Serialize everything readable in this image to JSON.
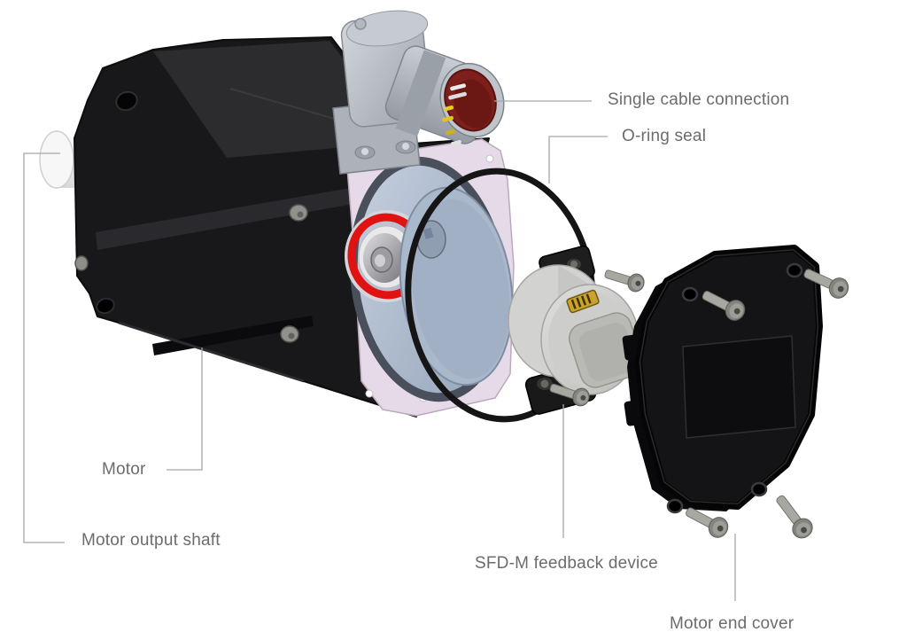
{
  "diagram": {
    "type": "exploded-view",
    "subject": "servo-motor-assembly",
    "background": "#ffffff",
    "label_color": "#6b6c6e",
    "leader_line_color": "#a6a6a6",
    "callouts": {
      "single_cable_connection": {
        "label": "Single cable connection"
      },
      "o_ring_seal": {
        "label": "O-ring seal"
      },
      "motor": {
        "label": "Motor"
      },
      "motor_output_shaft": {
        "label": "Motor output shaft"
      },
      "sfd_m_feedback_device": {
        "label": "SFD-M feedback device"
      },
      "motor_end_cover": {
        "label": "Motor end cover"
      }
    },
    "components": [
      "motor-body",
      "motor-output-shaft",
      "single-cable-connector",
      "o-ring-seal",
      "sfd-m-feedback-device",
      "motor-end-cover",
      "mounting-screws"
    ],
    "accent_colors": {
      "motor_black": "#18181a",
      "flange_pink": "#e6dae8",
      "cavity_blue_gray": "#b7c3d4",
      "bearing_seal_red": "#e11312",
      "connector_face_red": "#7d201b",
      "connector_gray": "#bcc0c7",
      "screw_gray": "#a8a8a3",
      "o_ring_black": "#151515"
    }
  }
}
